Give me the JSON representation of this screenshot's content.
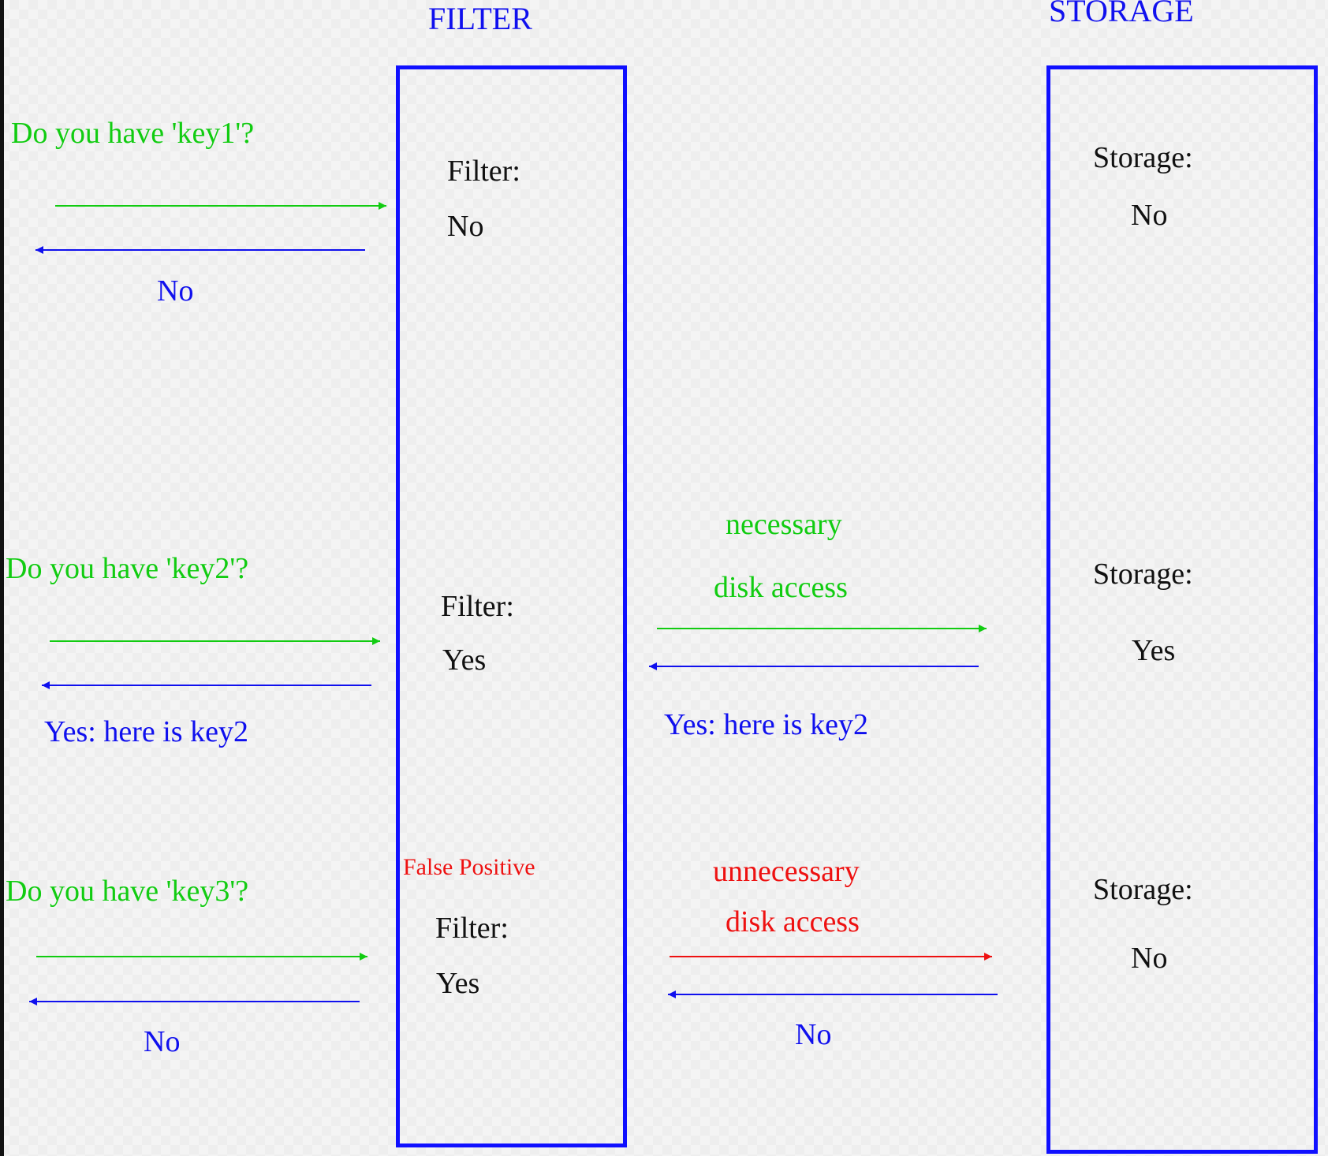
{
  "headers": {
    "filter": "FILTER",
    "storage": "STORAGE"
  },
  "colors": {
    "question": "#11cc11",
    "answer": "#1010ee",
    "unnecessary": "#ee1111",
    "state": "#111111",
    "box": "#1010ff"
  },
  "rows": [
    {
      "question": "Do you have 'key1'?",
      "answer": "No",
      "filter_label": "Filter:",
      "filter_value": "No",
      "storage_label": "Storage:",
      "storage_value": "No"
    },
    {
      "question": "Do you have 'key2'?",
      "answer": "Yes: here is key2",
      "filter_label": "Filter:",
      "filter_value": "Yes",
      "access_line1": "necessary",
      "access_line2": "disk access",
      "storage_answer": "Yes: here is key2",
      "storage_label": "Storage:",
      "storage_value": "Yes"
    },
    {
      "question": "Do you have 'key3'?",
      "answer": "No",
      "note": "False Positive",
      "filter_label": "Filter:",
      "filter_value": "Yes",
      "access_line1": "unnecessary",
      "access_line2": "disk access",
      "storage_answer": "No",
      "storage_label": "Storage:",
      "storage_value": "No"
    }
  ]
}
